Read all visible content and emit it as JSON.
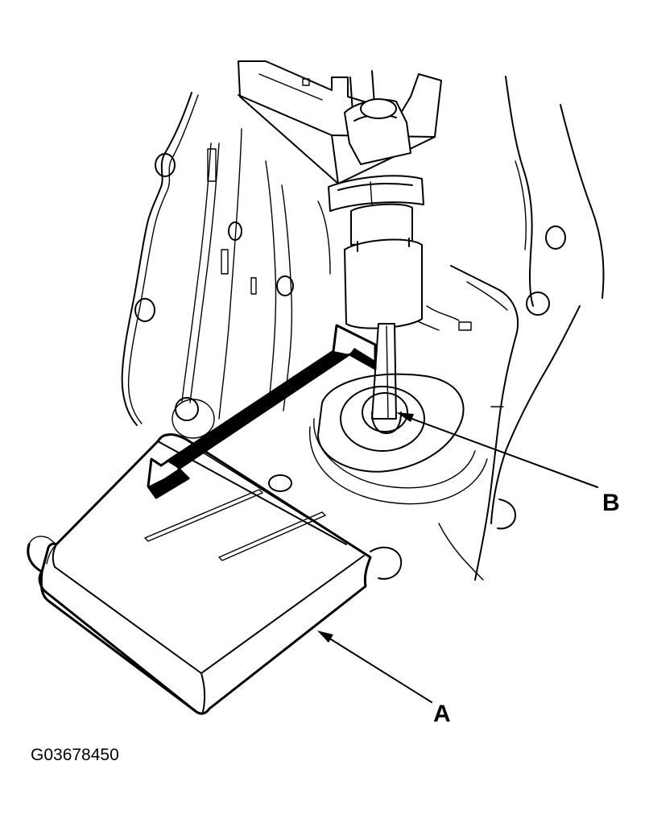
{
  "callouts": {
    "a": "A",
    "b": "B"
  },
  "figure_code": "G03678450",
  "colors": {
    "ink": "#000000",
    "paper": "#ffffff"
  }
}
